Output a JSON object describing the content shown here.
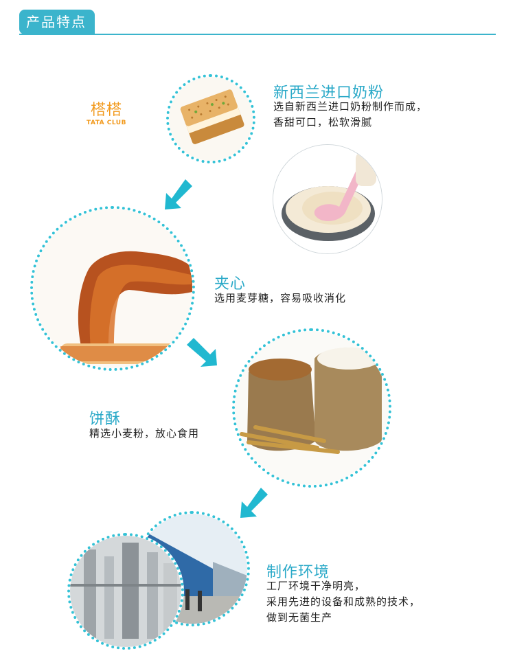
{
  "header": {
    "title": "产品特点"
  },
  "logo": {
    "name_cn": "榙榙",
    "name_en": "TATA CLUB"
  },
  "features": [
    {
      "title": "新西兰进口奶粉",
      "lines": [
        "选自新西兰进口奶粉制作而成，",
        "香甜可口，松软滑腻"
      ]
    },
    {
      "title": "夹心",
      "lines": [
        "选用麦芽糖，容易吸收消化"
      ]
    },
    {
      "title": "饼酥",
      "lines": [
        "精选小麦粉，放心食用"
      ]
    },
    {
      "title": "制作环境",
      "lines": [
        "工厂环境干净明亮，",
        "采用先进的设备和成熟的技术，",
        "做到无菌生产"
      ]
    }
  ],
  "colors": {
    "accent": "#3bb4cc",
    "title": "#2aa9c8",
    "arrow": "#21b8d0",
    "logo": "#f29a1e"
  }
}
